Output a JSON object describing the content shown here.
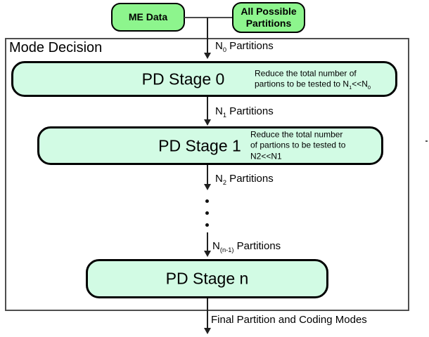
{
  "top_boxes": {
    "me_data": {
      "label": "ME Data"
    },
    "all_possible": {
      "lines": [
        "All Possible",
        "Partitions"
      ]
    }
  },
  "container": {
    "label": "Mode Decision"
  },
  "arrows": [
    {
      "pre": "N",
      "sub": "0",
      "post": " Partitions"
    },
    {
      "pre": "N",
      "sub": "1",
      "post": " Partitions"
    },
    {
      "pre": "N",
      "sub": "2",
      "post": " Partitions"
    },
    {
      "pre": "N",
      "sub": "(n-1)",
      "post": " Partitions"
    }
  ],
  "stages": [
    {
      "title": "PD Stage 0",
      "note_line1": "Reduce the total number of",
      "note_line2": {
        "pre": "partions to be tested to N",
        "sub1": "1",
        "mid": "<<N",
        "sub2": "0"
      }
    },
    {
      "title": "PD Stage 1",
      "note_lines": [
        "Reduce the total number",
        "of partions to be tested to",
        "N2<<N1"
      ]
    },
    {
      "title": "PD Stage n"
    }
  ],
  "output_label": "Final Partition and Coding Modes",
  "colors": {
    "top_box_fill": "#8DF58D",
    "stage_fill": "#D2FBE4",
    "outline": "#000000",
    "frame": "#4F4F4F",
    "line": "#1F1F1F"
  }
}
